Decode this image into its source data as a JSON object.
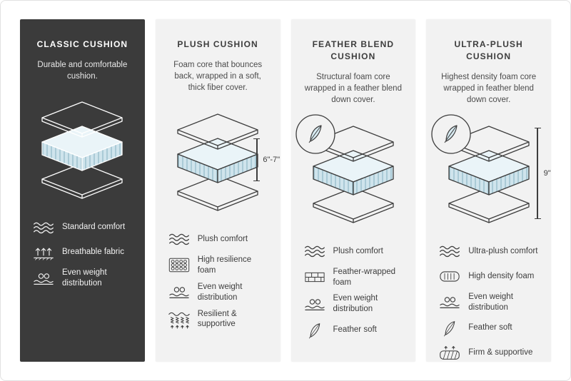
{
  "colors": {
    "dark_panel": "#3b3b3b",
    "light_panel": "#f2f2f2",
    "cushion_side_blue": "#cfe4ec",
    "cushion_hatch_blue": "#86afbf",
    "cushion_top_face": "#eaf4f8",
    "line_dark": "#3d3d3d",
    "line_light": "#ffffff"
  },
  "columns": [
    {
      "id": "classic",
      "theme": "dark",
      "title": "CLASSIC CUSHION",
      "description": "Durable and comfortable cushion.",
      "features": [
        {
          "icon": "waves-icon",
          "label": "Standard comfort"
        },
        {
          "icon": "breathable-icon",
          "label": "Breathable fabric"
        },
        {
          "icon": "even-weight-icon",
          "label": "Even weight distribution"
        }
      ]
    },
    {
      "id": "plush",
      "theme": "light",
      "title": "PLUSH CUSHION",
      "description": "Foam core that bounces back, wrapped in a soft, thick fiber cover.",
      "measurement": "6\"-7\"",
      "features": [
        {
          "icon": "waves-icon",
          "label": "Plush comfort"
        },
        {
          "icon": "coil-foam-icon",
          "label": "High resilience foam"
        },
        {
          "icon": "even-weight-icon",
          "label": "Even weight distribution"
        },
        {
          "icon": "springs-icon",
          "label": "Resilient & supportive"
        }
      ]
    },
    {
      "id": "feather-blend",
      "theme": "light",
      "title": "FEATHER BLEND CUSHION",
      "description": "Structural foam core wrapped in a feather blend down cover.",
      "badge": "feather",
      "features": [
        {
          "icon": "waves-icon",
          "label": "Plush comfort"
        },
        {
          "icon": "foam-bricks-icon",
          "label": "Feather-wrapped foam"
        },
        {
          "icon": "even-weight-icon",
          "label": "Even weight distribution"
        },
        {
          "icon": "feather-icon",
          "label": "Feather soft"
        }
      ]
    },
    {
      "id": "ultra-plush",
      "theme": "light",
      "title": "ULTRA-PLUSH CUSHION",
      "description": "Highest density foam core wrapped in feather blend down cover.",
      "badge": "feather",
      "measurement": "9\"",
      "features": [
        {
          "icon": "waves-icon",
          "label": "Ultra-plush comfort"
        },
        {
          "icon": "density-foam-icon",
          "label": "High density foam"
        },
        {
          "icon": "even-weight-icon",
          "label": "Even weight distribution"
        },
        {
          "icon": "feather-icon",
          "label": "Feather soft"
        },
        {
          "icon": "firm-support-icon",
          "label": "Firm & supportive"
        }
      ]
    }
  ]
}
